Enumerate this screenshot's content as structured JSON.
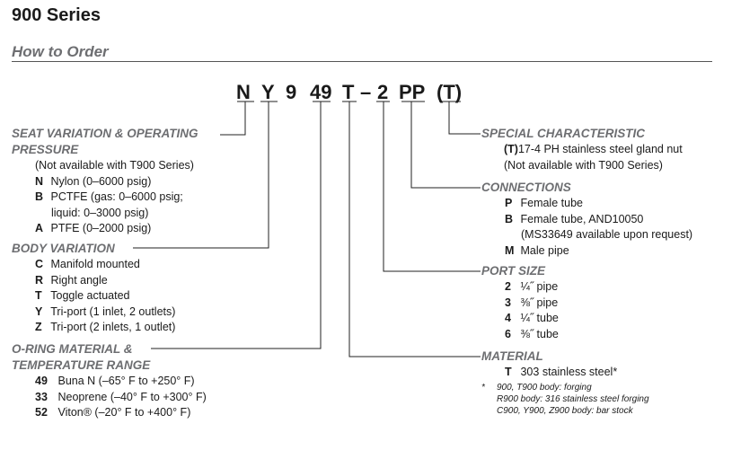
{
  "title": "900 Series",
  "subtitle": "How to Order",
  "code": {
    "seat": "N",
    "body": "Y",
    "series": "9",
    "oring": "49",
    "material": "T",
    "dash": "–",
    "port": "2",
    "connection": "PP",
    "special": "(T)"
  },
  "seat": {
    "heading1": "SEAT VARIATION & OPERATING",
    "heading2": "PRESSURE",
    "note": "(Not available with T900 Series)",
    "items": [
      {
        "code": "N",
        "text": "Nylon (0–6000 psig)"
      },
      {
        "code": "B",
        "text": "PCTFE (gas: 0–6000 psig;",
        "text2": "liquid: 0–3000 psig)"
      },
      {
        "code": "A",
        "text": "PTFE (0–2000 psig)"
      }
    ]
  },
  "body": {
    "heading": "BODY VARIATION",
    "items": [
      {
        "code": "C",
        "text": "Manifold mounted"
      },
      {
        "code": "R",
        "text": "Right angle"
      },
      {
        "code": "T",
        "text": "Toggle actuated"
      },
      {
        "code": "Y",
        "text": "Tri-port (1 inlet, 2 outlets)"
      },
      {
        "code": "Z",
        "text": "Tri-port (2 inlets, 1 outlet)"
      }
    ]
  },
  "oring": {
    "heading1": "O-RING MATERIAL &",
    "heading2": "TEMPERATURE RANGE",
    "items": [
      {
        "code": "49",
        "text": "Buna N (–65° F to +250° F)"
      },
      {
        "code": "33",
        "text": "Neoprene (–40° F to +300° F)"
      },
      {
        "code": "52",
        "text": "Viton® (–20° F to +400° F)"
      }
    ]
  },
  "special": {
    "heading": "SPECIAL CHARACTERISTIC",
    "code": "(T)",
    "text": "17-4 PH stainless steel gland nut",
    "note": "(Not available with T900 Series)"
  },
  "connections": {
    "heading": "CONNECTIONS",
    "items": [
      {
        "code": "P",
        "text": "Female tube"
      },
      {
        "code": "B",
        "text": "Female tube, AND10050",
        "text2": "(MS33649 available upon request)"
      },
      {
        "code": "M",
        "text": "Male pipe"
      }
    ]
  },
  "port": {
    "heading": "PORT SIZE",
    "items": [
      {
        "code": "2",
        "text": "¼˝ pipe"
      },
      {
        "code": "3",
        "text": "⅜˝ pipe"
      },
      {
        "code": "4",
        "text": "¼˝ tube"
      },
      {
        "code": "6",
        "text": "⅜˝ tube"
      }
    ]
  },
  "material": {
    "heading": "MATERIAL",
    "items": [
      {
        "code": "T",
        "text": "303 stainless steel*"
      }
    ],
    "footnote_mark": "*",
    "footnotes": [
      "900, T900 body: forging",
      "R900 body: 316 stainless steel forging",
      "C900, Y900, Z900 body: bar stock"
    ]
  }
}
